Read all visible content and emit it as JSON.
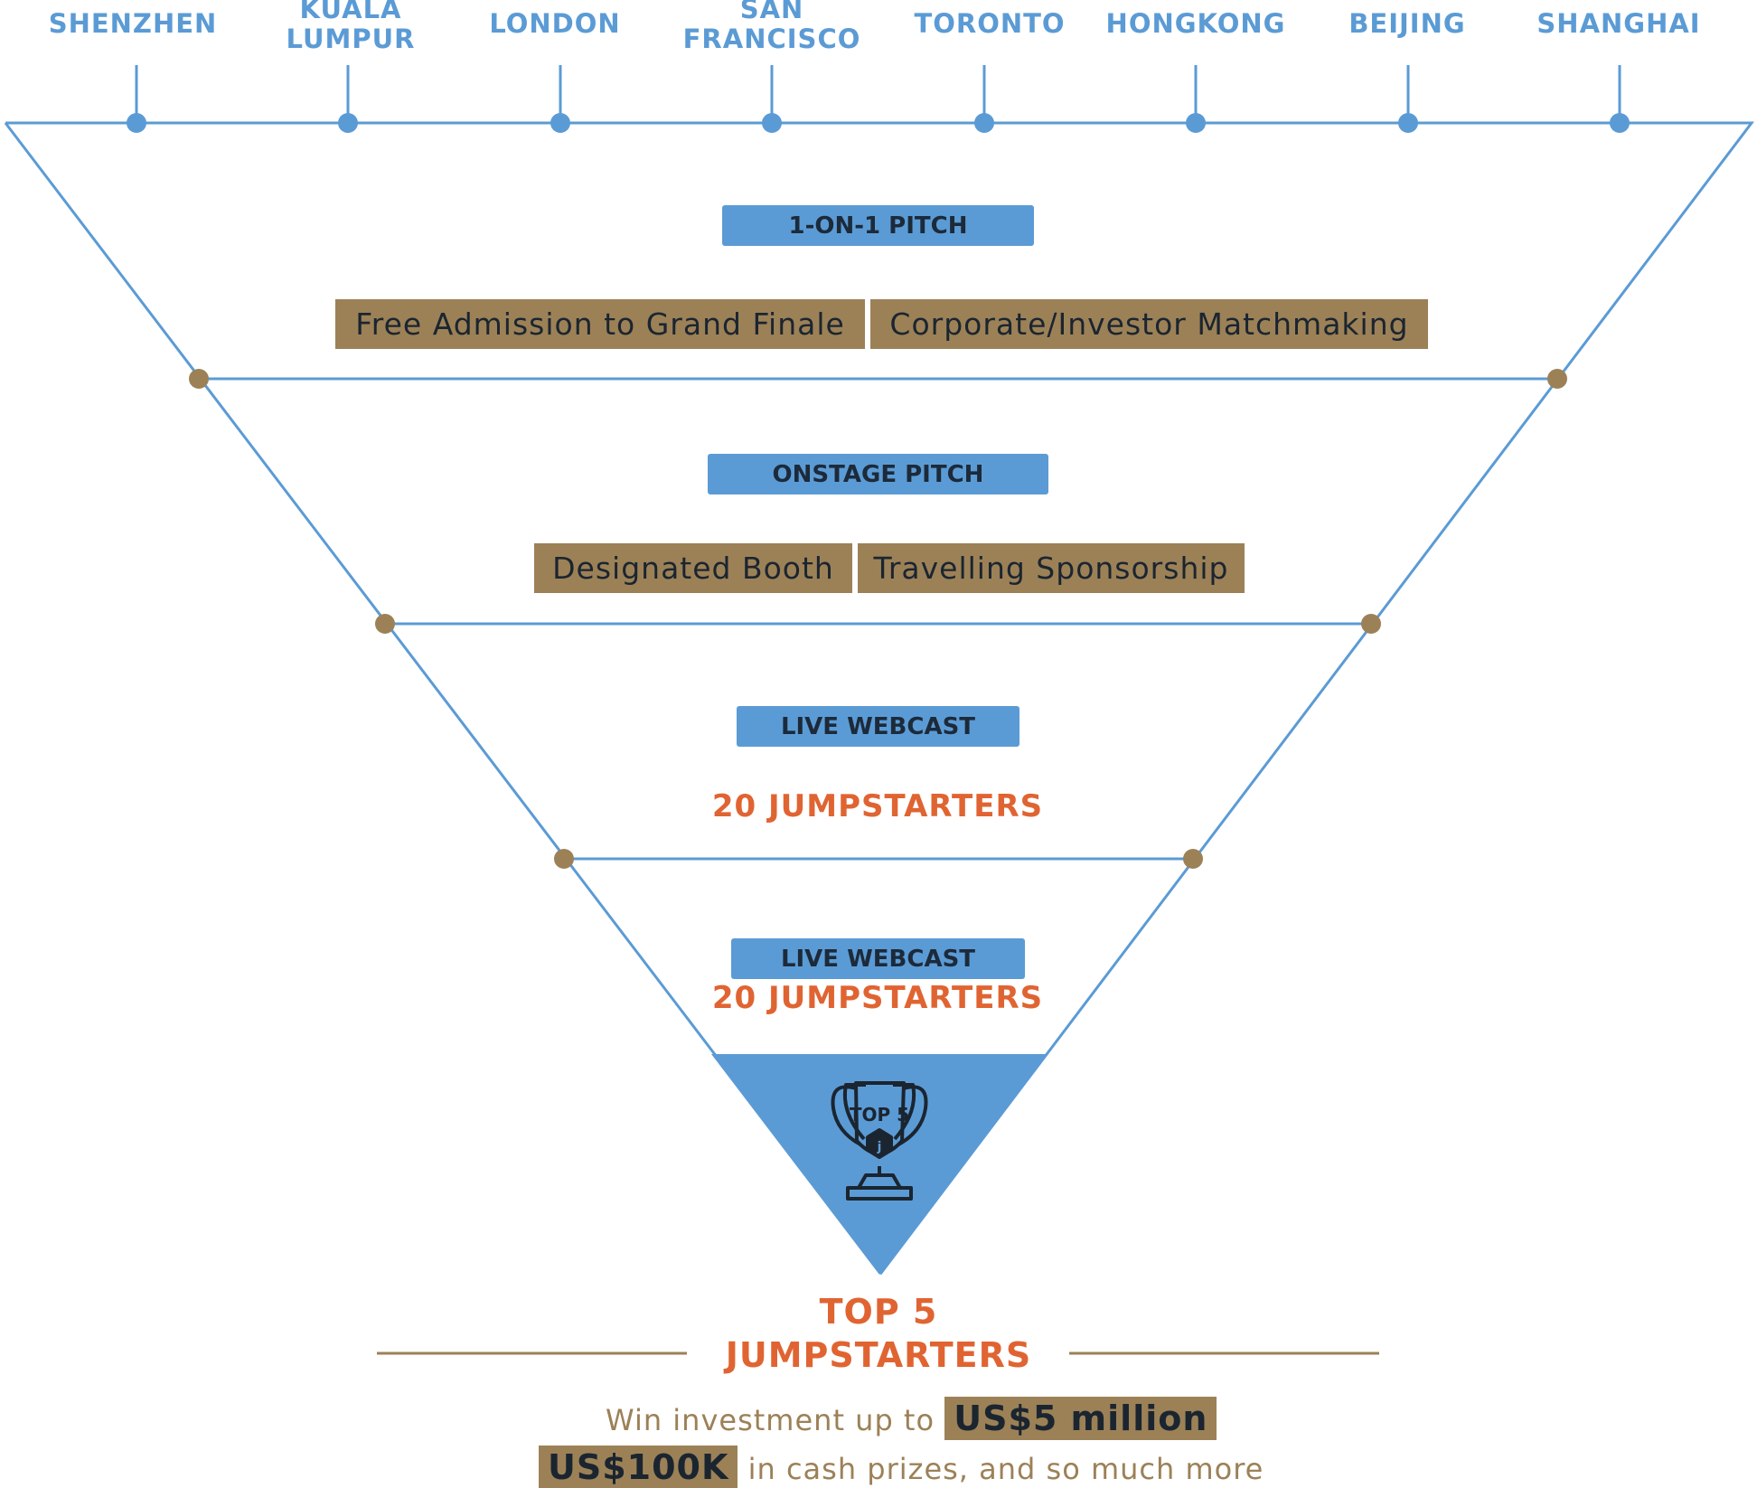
{
  "cities": [
    "SHENZHEN",
    "KUALA\nLUMPUR",
    "LONDON",
    "SAN\nFRANCISCO",
    "TORONTO",
    "HONGKONG",
    "BEIJING",
    "SHANGHAI"
  ],
  "stages": [
    {
      "pill": "1-ON-1 PITCH",
      "perks": [
        "Free Admission to Grand Finale",
        "Corporate/Investor Matchmaking"
      ]
    },
    {
      "pill": "ONSTAGE PITCH",
      "perks": [
        "Designated Booth",
        "Travelling Sponsorship"
      ]
    },
    {
      "pill": "LIVE WEBCAST",
      "count": "20 JUMPSTARTERS"
    },
    {
      "pill": "LIVE WEBCAST",
      "count": "20 JUMPSTARTERS"
    }
  ],
  "trophy": {
    "label": "TOP 5",
    "badge": "j"
  },
  "final": {
    "line1": "TOP 5",
    "line2": "JUMPSTARTERS"
  },
  "prize": {
    "line1_text": "Win investment up to",
    "line1_highlight": "US$5 million",
    "line2_highlight": "US$100K",
    "line2_text": "in cash prizes, and so much more"
  },
  "colors": {
    "blue": "#5b9bd5",
    "gold": "#9c8157",
    "orange": "#e06432",
    "navy": "#1b2530"
  }
}
